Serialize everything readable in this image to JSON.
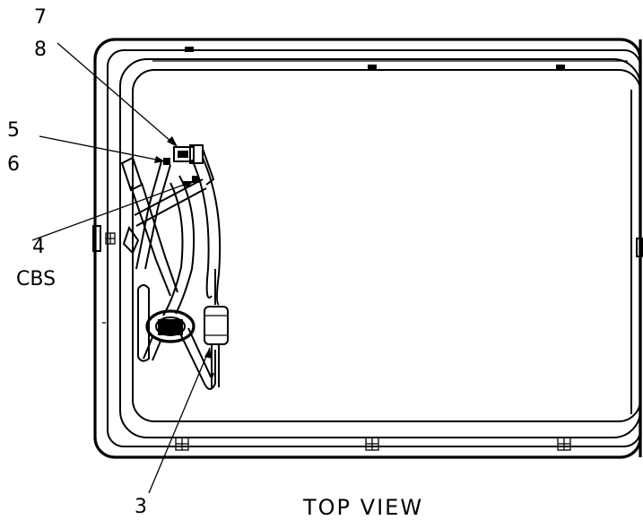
{
  "callouts": {
    "c7": "7",
    "c8": "8",
    "c5": "5",
    "c6": "6",
    "c4": "4",
    "cbs": "CBS",
    "c3": "3"
  },
  "caption": "TOP VIEW",
  "colors": {
    "line": "#000000",
    "background": "#ffffff"
  }
}
